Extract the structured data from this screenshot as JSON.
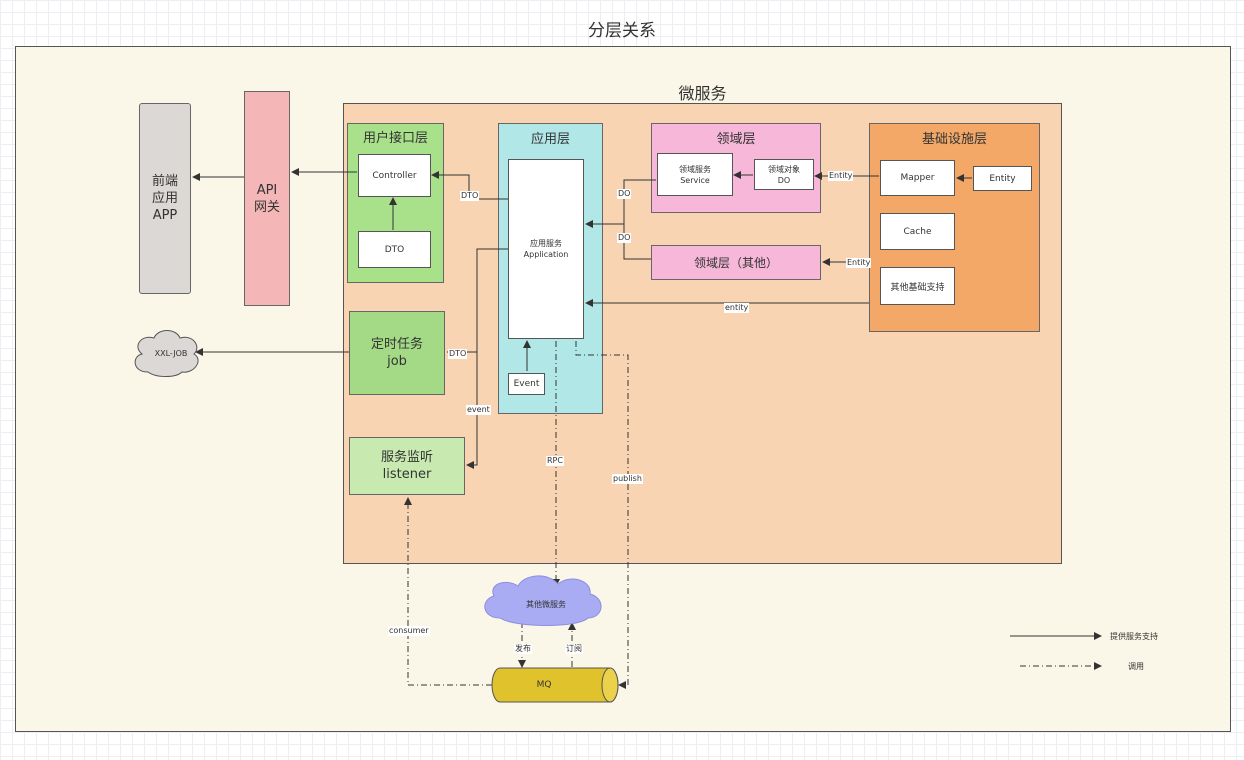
{
  "diagram": {
    "title": "分层关系",
    "microservice_title": "微服务",
    "frontend": "前端\n应用\nAPP",
    "gateway": "API\n网关",
    "user_layer": {
      "title": "用户接口层",
      "controller": "Controller",
      "dto": "DTO"
    },
    "job": "定时任务\njob",
    "listener": "服务监听\nlistener",
    "xxl_job": "XXL-JOB",
    "app_layer": {
      "title": "应用层",
      "service": "应用服务\nApplication",
      "event": "Event"
    },
    "domain_layer": {
      "title": "领域层",
      "service": "领域服务\nService",
      "object": "领域对象\nDO"
    },
    "domain_other": "领域层（其他）",
    "infra_layer": {
      "title": "基础设施层",
      "mapper": "Mapper",
      "entity": "Entity",
      "cache": "Cache",
      "other": "其他基础支持"
    },
    "other_services": "其他微服务",
    "mq": "MQ",
    "edges": {
      "dto_controller": "DTO",
      "dto_job": "DTO",
      "event": "event",
      "do_top": "DO",
      "do_bottom": "DO",
      "entity_domain": "Entity",
      "entity_domain_other": "Entity",
      "entity_app": "entity",
      "rpc": "RPC",
      "publish": "publish",
      "consumer": "consumer",
      "fabu": "发布",
      "dingyue": "订阅"
    }
  },
  "legend": {
    "support": "提供服务支持",
    "call": "调用"
  }
}
